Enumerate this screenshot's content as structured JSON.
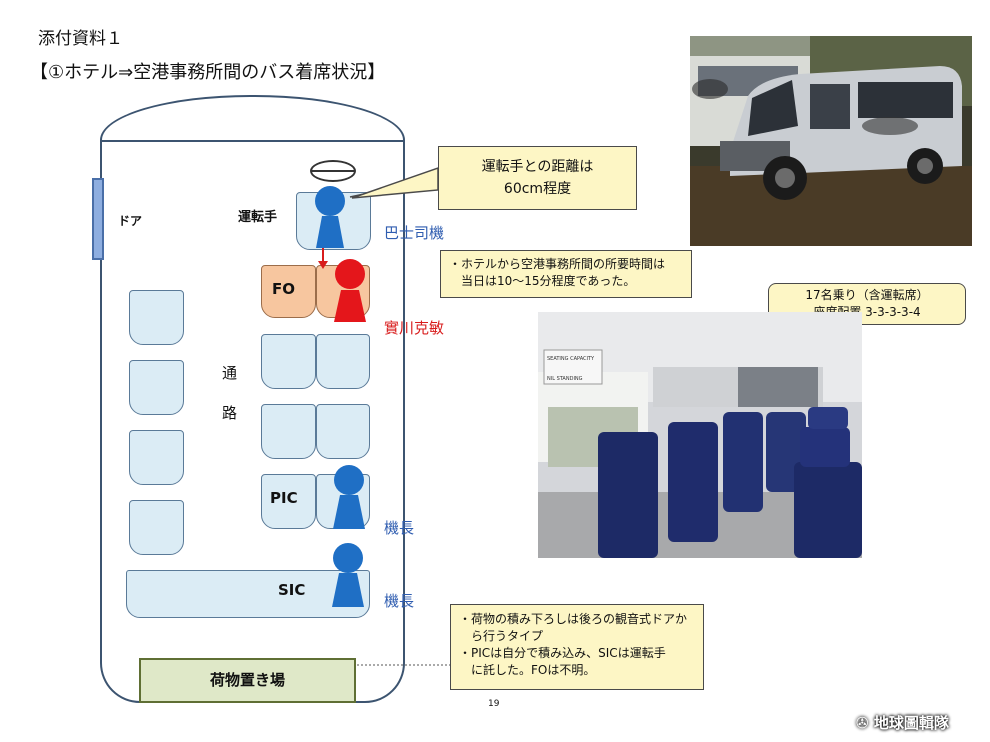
{
  "header": {
    "attachment": "添付資料１",
    "title": "【①ホテル⇒空港事務所間のバス着席状況】"
  },
  "diagram": {
    "door_label": "ドア",
    "driver_label": "運転手",
    "aisle_char1": "通",
    "aisle_char2": "路",
    "fo_label": "FO",
    "pic_label": "PIC",
    "sic_label": "SIC",
    "cargo_label": "荷物置き場",
    "driver_name": "巴士司機",
    "fo_name": "實川克敏",
    "pic_role": "機長",
    "sic_role": "機長"
  },
  "callouts": {
    "distance_line1": "運転手との距離は",
    "distance_line2": "60cm程度",
    "time_line1": "・ホテルから空港事務所間の所要時間は",
    "time_line2": "　当日は10～15分程度であった。",
    "seats_line1": "17名乗り（含運転席）",
    "seats_line2": "座席配置 3-3-3-3-4",
    "luggage_line1": "・荷物の積み下ろしは後ろの観音式ドアか",
    "luggage_line2": "　ら行うタイプ",
    "luggage_line3": "・PICは自分で積み込み、SICは運転手",
    "luggage_line4": "　に託した。FOは不明。"
  },
  "photos": {
    "interior_sign1": "SEATING CAPACITY",
    "interior_sign2": "NIL STANDING"
  },
  "footer": {
    "page": "19",
    "watermark": "地球圖輯隊"
  },
  "colors": {
    "person_blue": "#1f6fc5",
    "person_red": "#e4161b",
    "seat_blue": "#dbecf5",
    "seat_orange": "#f7c69f",
    "callout_bg": "#fdf6c5",
    "cargo_bg": "#dfe8c8"
  }
}
